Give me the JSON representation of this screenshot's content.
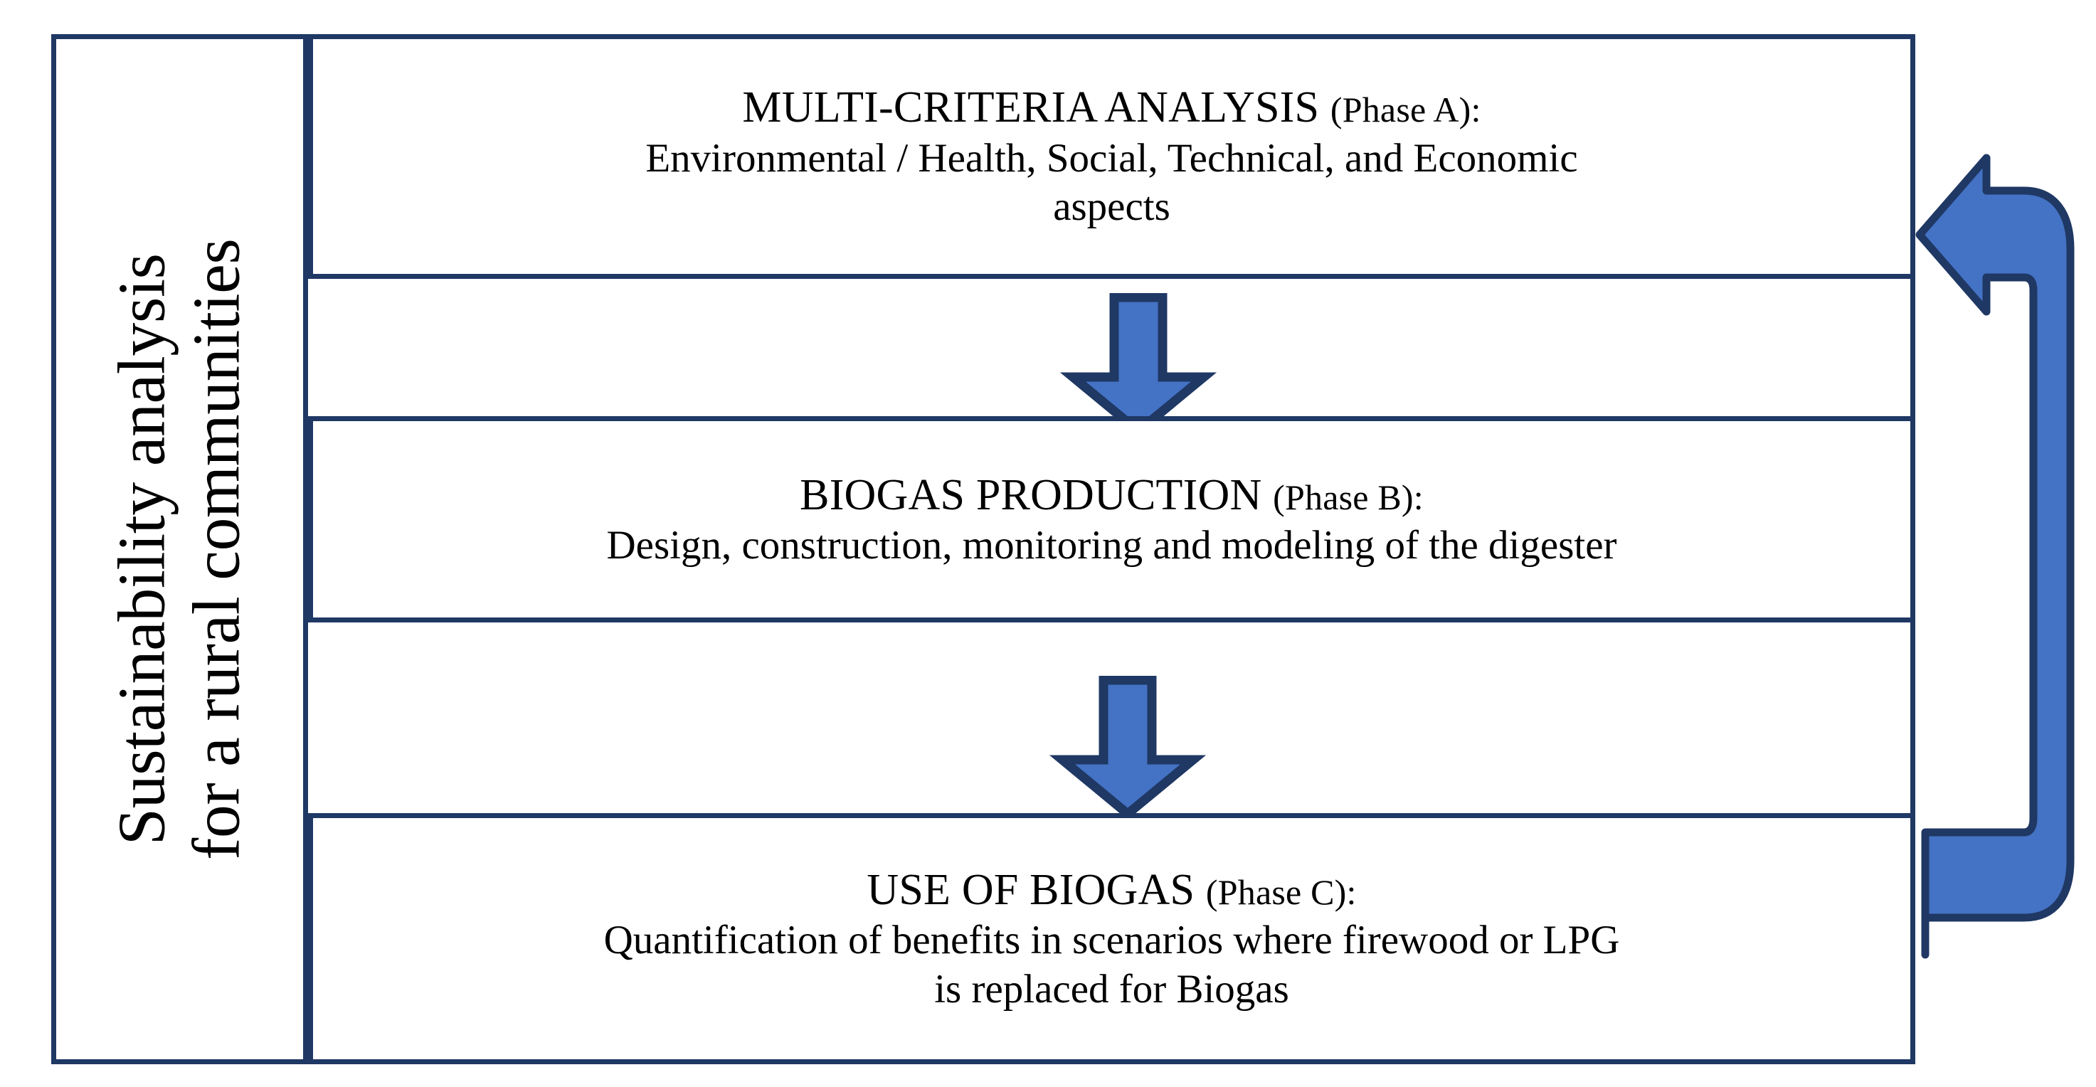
{
  "diagram": {
    "sidebar": {
      "label_lines": [
        "Sustainability analysis",
        "for a rural communities"
      ]
    },
    "phases": [
      {
        "id": "phase-a",
        "title_main": "MULTI-CRITERIA ANALYSIS",
        "title_tag": "(Phase A):",
        "body_lines": [
          "Environmental / Health, Social, Technical, and Economic",
          "aspects"
        ]
      },
      {
        "id": "phase-b",
        "title_main": "BIOGAS PRODUCTION",
        "title_tag": "(Phase B):",
        "body_lines": [
          "Design, construction, monitoring and modeling  of the digester"
        ]
      },
      {
        "id": "phase-c",
        "title_main": "USE OF BIOGAS",
        "title_tag": "(Phase C):",
        "body_lines": [
          "Quantification of benefits in scenarios where firewood or LPG",
          "is replaced for Biogas"
        ]
      }
    ],
    "connectors": [
      {
        "id": "arrow-a-b",
        "icon": "down-arrow-icon",
        "from": "phase-a",
        "to": "phase-b",
        "direction": "down"
      },
      {
        "id": "arrow-b-c",
        "icon": "down-arrow-icon",
        "from": "phase-b",
        "to": "phase-c",
        "direction": "down"
      },
      {
        "id": "return-arrow",
        "icon": "curved-feedback-arrow-icon",
        "from": "phase-c",
        "to": "phase-a",
        "direction": "up-left"
      }
    ],
    "colors": {
      "border": "#1F3864",
      "arrow_fill": "#4472C4",
      "arrow_outline": "#1F3864",
      "background": "#FFFFFF",
      "text": "#000000"
    }
  }
}
